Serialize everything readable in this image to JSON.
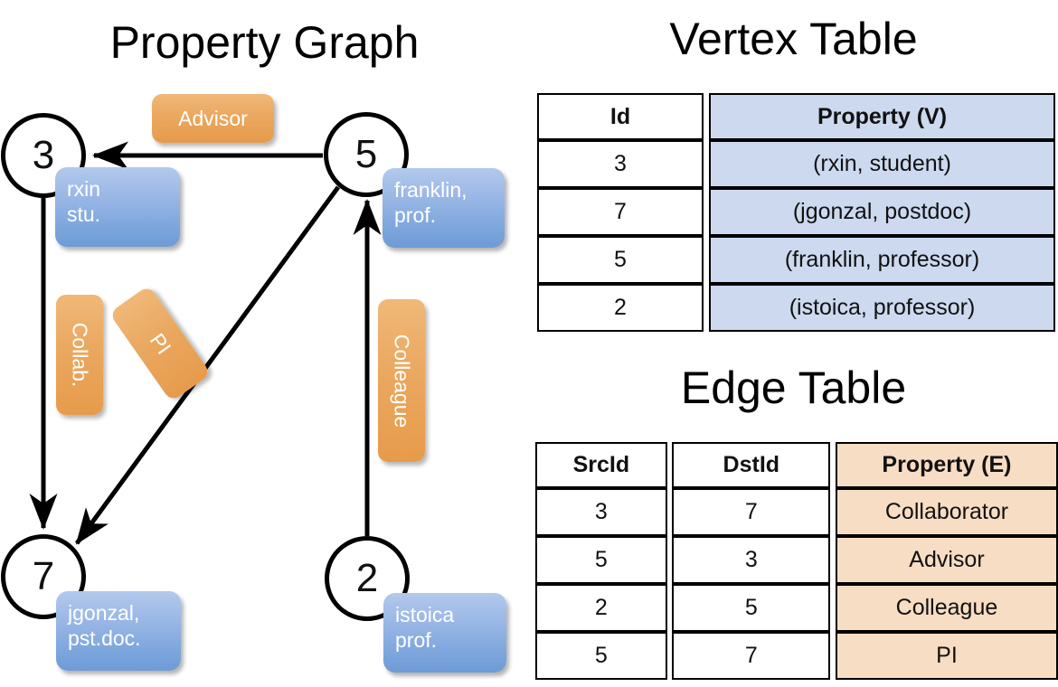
{
  "titles": {
    "graph": "Property Graph",
    "vertex_table": "Vertex Table",
    "edge_table": "Edge Table"
  },
  "graph": {
    "nodes": [
      {
        "id": "3",
        "property_label": "rxin\nstu."
      },
      {
        "id": "5",
        "property_label": "franklin,\nprof."
      },
      {
        "id": "7",
        "property_label": "jgonzal,\npst.doc."
      },
      {
        "id": "2",
        "property_label": "istoica\nprof."
      }
    ],
    "node_labels": {
      "n3": "3",
      "n5": "5",
      "n7": "7",
      "n2": "2"
    },
    "property_boxes": {
      "rxin_line1": "rxin",
      "rxin_line2": "stu.",
      "franklin_line1": "franklin,",
      "franklin_line2": "prof.",
      "jgonzal_line1": "jgonzal,",
      "jgonzal_line2": "pst.doc.",
      "istoica_line1": "istoica",
      "istoica_line2": "prof."
    },
    "edge_labels": {
      "advisor": "Advisor",
      "collab": "Collab.",
      "pi": "PI",
      "colleague": "Colleague"
    },
    "edges": [
      {
        "from": "5",
        "to": "3",
        "label": "Advisor"
      },
      {
        "from": "3",
        "to": "7",
        "label": "Collab."
      },
      {
        "from": "5",
        "to": "7",
        "label": "PI"
      },
      {
        "from": "2",
        "to": "5",
        "label": "Colleague"
      }
    ]
  },
  "vertex_table": {
    "headers": [
      "Id",
      "Property (V)"
    ],
    "rows": [
      [
        "3",
        "(rxin, student)"
      ],
      [
        "7",
        "(jgonzal, postdoc)"
      ],
      [
        "5",
        "(franklin, professor)"
      ],
      [
        "2",
        "(istoica, professor)"
      ]
    ]
  },
  "edge_table": {
    "headers": [
      "SrcId",
      "DstId",
      "Property (E)"
    ],
    "rows": [
      [
        "3",
        "7",
        "Collaborator"
      ],
      [
        "5",
        "3",
        "Advisor"
      ],
      [
        "2",
        "5",
        "Colleague"
      ],
      [
        "5",
        "7",
        "PI"
      ]
    ]
  },
  "colors": {
    "vertex_property_fill": "#ccd9ee",
    "edge_property_fill": "#f7ddc3",
    "node_box_blue": "#7da6dd",
    "edge_label_orange": "#eaa860",
    "stroke": "#000000"
  }
}
